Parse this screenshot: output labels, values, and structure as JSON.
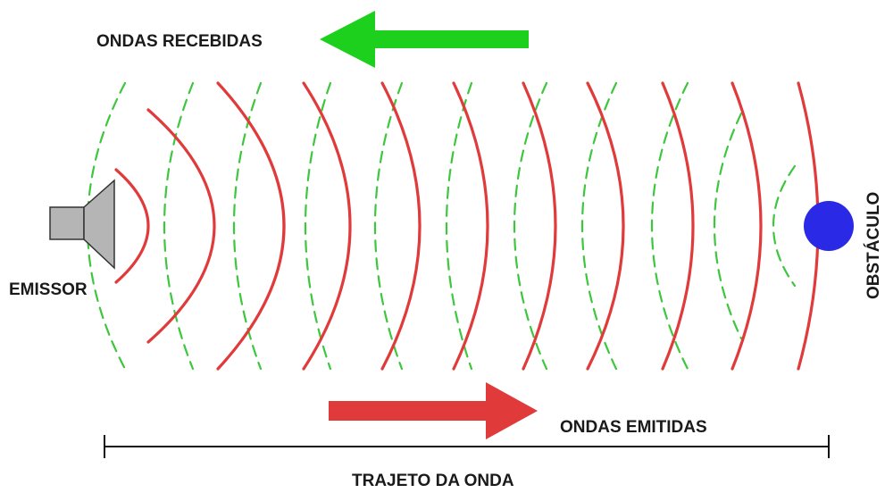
{
  "labels": {
    "received": "ONDAS RECEBIDAS",
    "emitted": "ONDAS EMITIDAS",
    "emitter": "EMISSOR",
    "obstacle": "OBSTÁCULO",
    "path": "TRAJETO DA ONDA"
  },
  "colors": {
    "emitted_wave": "#e03a3a",
    "received_wave": "#3ec63e",
    "arrow_received": "#1ed01e",
    "arrow_emitted": "#e03a3a",
    "obstacle": "#2a2ae6",
    "speaker_fill": "#b5b5b5",
    "speaker_stroke": "#333333",
    "text": "#1a1a1a"
  },
  "icons": {
    "emitter": "speaker-icon",
    "obstacle": "circle-shape"
  }
}
